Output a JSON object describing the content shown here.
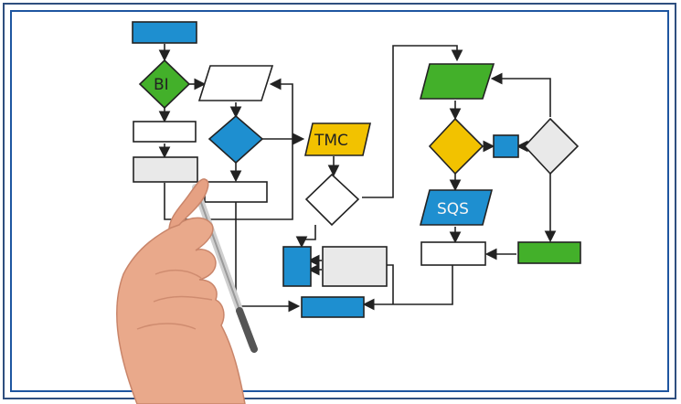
{
  "labels": {
    "bi": "BI",
    "tmc": "TMC",
    "sqs": "SQS"
  },
  "colors": {
    "frame": "#2f4f7f",
    "blue": "#1e8fd0",
    "green": "#43b02a",
    "yellow": "#f2c200",
    "gray": "#e9e9e9",
    "skin": "#e9a98b"
  }
}
